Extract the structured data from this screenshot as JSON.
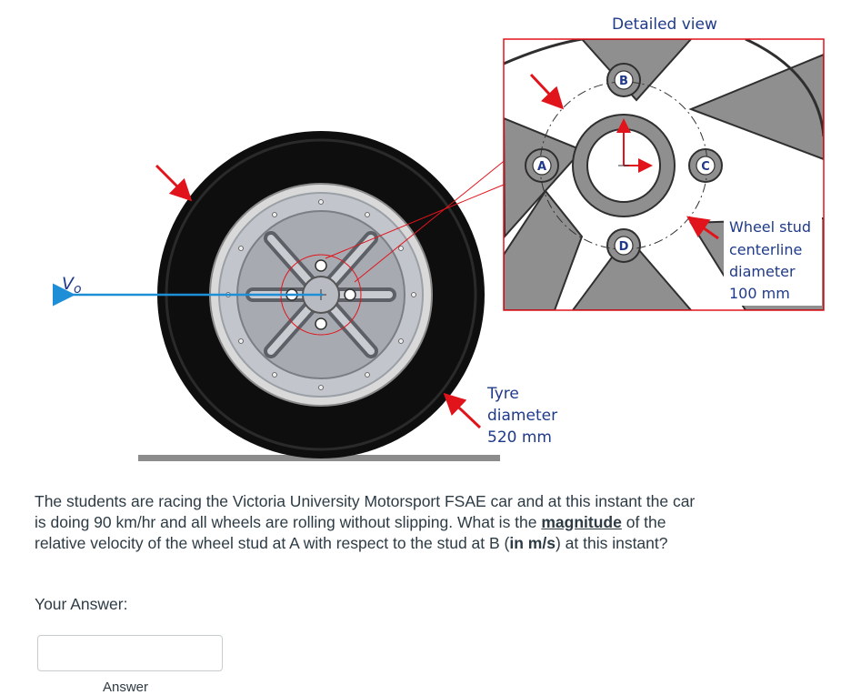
{
  "figure": {
    "detailed_view_title": "Detailed view",
    "velocity_label": "V",
    "velocity_subscript": "o",
    "tyre_label": [
      "Tyre",
      "diameter",
      "520 mm"
    ],
    "stud_label": [
      "Wheel stud",
      "centerline",
      "diameter",
      "100 mm"
    ],
    "stud_letters": {
      "a": "A",
      "b": "B",
      "c": "C",
      "d": "D"
    },
    "colors": {
      "accent_red": "#e1141c",
      "velocity_blue": "#1e8fd6",
      "tyre": "#111111",
      "rim": "#bcbcbc",
      "ground": "#8c8c8c",
      "label_blue": "#1f3a8a"
    }
  },
  "question": {
    "part1": "The students are racing the Victoria University Motorsport FSAE car and at this instant the car is doing 90 km/hr and all wheels are rolling without slipping. What is the ",
    "emphasis": "magnitude",
    "part2": " of the relative velocity of the wheel stud at A with respect to the stud at B (",
    "units": "in m/s",
    "part3": ") at this instant?"
  },
  "answer": {
    "label": "Your Answer:",
    "value": "",
    "hint": "Answer"
  }
}
